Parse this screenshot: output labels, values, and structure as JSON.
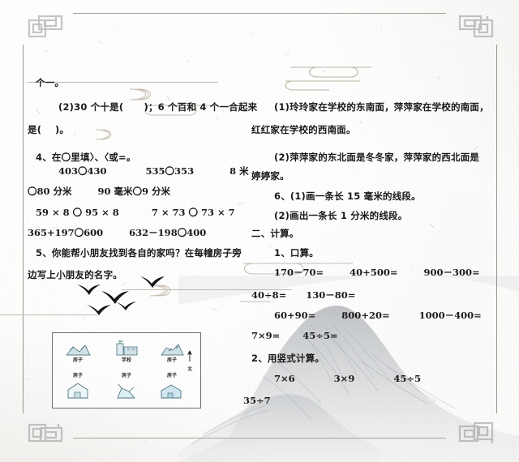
{
  "page": {
    "kind": "scanned-worksheet",
    "subject_hint": "小学数学练习卷",
    "paper_color": "#f3f2ef",
    "ink_color": "#191919",
    "rule_color": "#a9a39a",
    "artwork_color": "#8e9196"
  },
  "ornaments": {
    "corner_motif_name": "seal-square-spiral",
    "corner_count": 4,
    "cloud_motif_name": "ruyi-cloud-scroll",
    "birds_motif_name": "flying-birds",
    "mountain_motif_name": "ink-wash-mountain"
  },
  "left_column": {
    "lines": [
      {
        "id": "l1",
        "text": "个一。",
        "indent": "ind2",
        "script": "cjk"
      },
      {
        "id": "l2",
        "text": "(2)30 个十是(      )；6 个百和 4 个一合起来",
        "indent": "ind3",
        "script": "cjk"
      },
      {
        "id": "l3",
        "text": "是(    )。",
        "indent": "ind0",
        "script": "cjk"
      },
      {
        "id": "l4",
        "text": "4、在〇里填〉、〈或=。",
        "indent": "ind2",
        "script": "cjk"
      },
      {
        "id": "l5",
        "text": "403〇430            535〇353           8 米",
        "indent": "ind3",
        "script": "num"
      },
      {
        "id": "l6",
        "text": "〇80 分米        90 毫米〇9 分米",
        "indent": "ind0",
        "script": "num"
      },
      {
        "id": "l7",
        "text": "59 × 8 〇 95 × 8          7 × 73 〇 73 × 7",
        "indent": "ind2",
        "script": "num"
      },
      {
        "id": "l8",
        "text": "365+197〇600        632－198〇400",
        "indent": "ind0",
        "script": "num"
      },
      {
        "id": "l9",
        "text": "5、你能帮小朋友找到各自的家吗？在每幢房子旁",
        "indent": "ind2",
        "script": "cjk"
      },
      {
        "id": "l10",
        "text": "边写上小朋友的名字。",
        "indent": "ind0",
        "script": "cjk"
      }
    ]
  },
  "right_column": {
    "lines": [
      {
        "id": "r1",
        "text": "(1)玲玲家在学校的东南面，萍萍家在学校的南面，",
        "indent": "ind3",
        "script": "cjk"
      },
      {
        "id": "r2",
        "text": "红红家在学校的西南面。",
        "indent": "ind2",
        "script": "cjk"
      },
      {
        "id": "r3",
        "text": "(2)萍萍家的东北面是冬冬家，萍萍家的西北面是",
        "indent": "ind3",
        "script": "cjk"
      },
      {
        "id": "r4",
        "text": "婷婷家。",
        "indent": "ind2",
        "script": "cjk"
      },
      {
        "id": "r5",
        "text": "6、(1)画一条长 15 毫米的线段。",
        "indent": "ind3",
        "script": "cjk"
      },
      {
        "id": "r6",
        "text": "(2)画出一条长 1 分米的线段。",
        "indent": "ind3",
        "script": "cjk"
      },
      {
        "id": "r7",
        "text": "二、计算。",
        "indent": "ind2",
        "script": "cjk"
      },
      {
        "id": "r8",
        "text": "1、口算。",
        "indent": "ind3",
        "script": "cjk"
      },
      {
        "id": "r9",
        "text": "170－70=        40+500=        900－300=",
        "indent": "ind3",
        "script": "num"
      },
      {
        "id": "r10",
        "text": "40÷8=      130－80=",
        "indent": "ind2",
        "script": "num"
      },
      {
        "id": "r11",
        "text": "60+90=        800+20=         1000－400=",
        "indent": "ind3",
        "script": "num"
      },
      {
        "id": "r12",
        "text": "7×9=       45÷5=",
        "indent": "ind2",
        "script": "num"
      },
      {
        "id": "r13",
        "text": "2、用竖式计算。",
        "indent": "ind2",
        "script": "cjk"
      },
      {
        "id": "r14",
        "text": "7×6            3×9            45÷5",
        "indent": "ind3",
        "script": "num"
      },
      {
        "id": "r15",
        "text": "35÷7",
        "indent": "ind0",
        "script": "num"
      }
    ]
  },
  "picture_box": {
    "name": "direction-map-exercise",
    "cells": [
      {
        "id": "c1",
        "label": "房子",
        "icon": "house-icon",
        "label_pos": "below"
      },
      {
        "id": "c2",
        "label": "学校",
        "icon": "school-icon",
        "label_pos": "below"
      },
      {
        "id": "c3",
        "label": "房子",
        "icon": "house-icon",
        "label_pos": "below"
      },
      {
        "id": "c4",
        "label": "房子",
        "icon": "house-icon",
        "label_pos": "above"
      },
      {
        "id": "c5",
        "label": "房子",
        "icon": "house-icon",
        "label_pos": "above"
      },
      {
        "id": "c6",
        "label": "房子",
        "icon": "house-icon",
        "label_pos": "above"
      }
    ],
    "compass": {
      "label": "北",
      "icon": "north-arrow-icon"
    }
  }
}
